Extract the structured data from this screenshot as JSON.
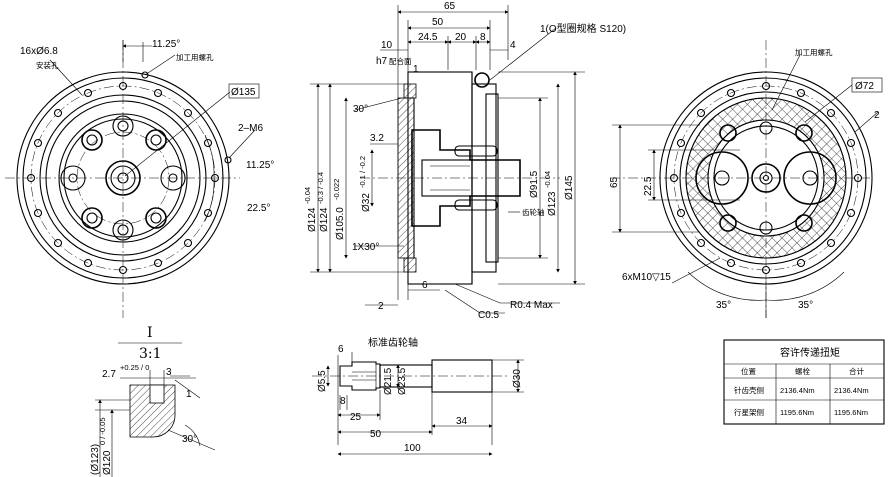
{
  "front_left": {
    "holes": "16xØ6.8",
    "holes_note": "安装孔",
    "angle_top": "11.25°",
    "process_hole_note": "加工用螺孔",
    "diameter": "Ø135",
    "thread": "2–M6",
    "angle_right": "11.25°",
    "angle_bottom": "22.5°"
  },
  "section": {
    "d65": "65",
    "d50": "50",
    "d24_5": "24.5",
    "d20": "20",
    "d8": "8",
    "d4": "4",
    "d10": "10",
    "h7": "h7",
    "h7_note": "配合面",
    "d1": "1",
    "oring": "1(O型圈规格  S120)",
    "chamfer30": "30°",
    "d3_2": "3.2",
    "dia124a": "Ø124",
    "dia124a_tol": "-0.04",
    "dia124b": "Ø124",
    "dia124b_tol": "-0.3 / -0.4",
    "dia105": "Ø105.0",
    "dia105_tol": "-0.022",
    "dia32": "Ø32",
    "dia32_tol": "-0.1 / -0.2",
    "dia91_5": "Ø91.5",
    "dia123": "Ø123",
    "dia123_tol": "-0.04",
    "dia145": "Ø145",
    "gear_note": "齿轮轴",
    "chamfer1x30": "1X30°",
    "d2": "2",
    "d6": "6",
    "r04": "R0.4  Max",
    "c05": "C0.5"
  },
  "front_right": {
    "process_hole_note": "加工用螺孔",
    "diameter": "Ø72",
    "d2": "2",
    "d22_5": "22.5",
    "d65": "65",
    "tapped": "6xM10▽15",
    "angle_a": "35°",
    "angle_b": "35°"
  },
  "detail": {
    "title": "I",
    "scale": "3:1",
    "d2_7": "2.7",
    "d2_7_tol": "+0.25 / 0",
    "d3": "3",
    "d1": "1",
    "dia123": "(Ø123)",
    "dia120": "Ø120",
    "dia120_tol": "0 / -0.05",
    "angle": "30°"
  },
  "shaft": {
    "title": "标准齿轮轴",
    "d6": "6",
    "dia5_5": "Ø5.5",
    "dia21_5": "Ø21.5",
    "dia23_5": "Ø23.5",
    "dia30": "Ø30",
    "d8": "8",
    "d25": "25",
    "d34": "34",
    "d50": "50",
    "d100": "100"
  },
  "torque_table": {
    "title": "容许传递扭矩",
    "headers": [
      "位置",
      "螺栓",
      "合计"
    ],
    "rows": [
      [
        "针齿壳侧",
        "2136.4Nm",
        "2136.4Nm"
      ],
      [
        "行星架侧",
        "1195.6Nm",
        "1195.6Nm"
      ]
    ]
  }
}
